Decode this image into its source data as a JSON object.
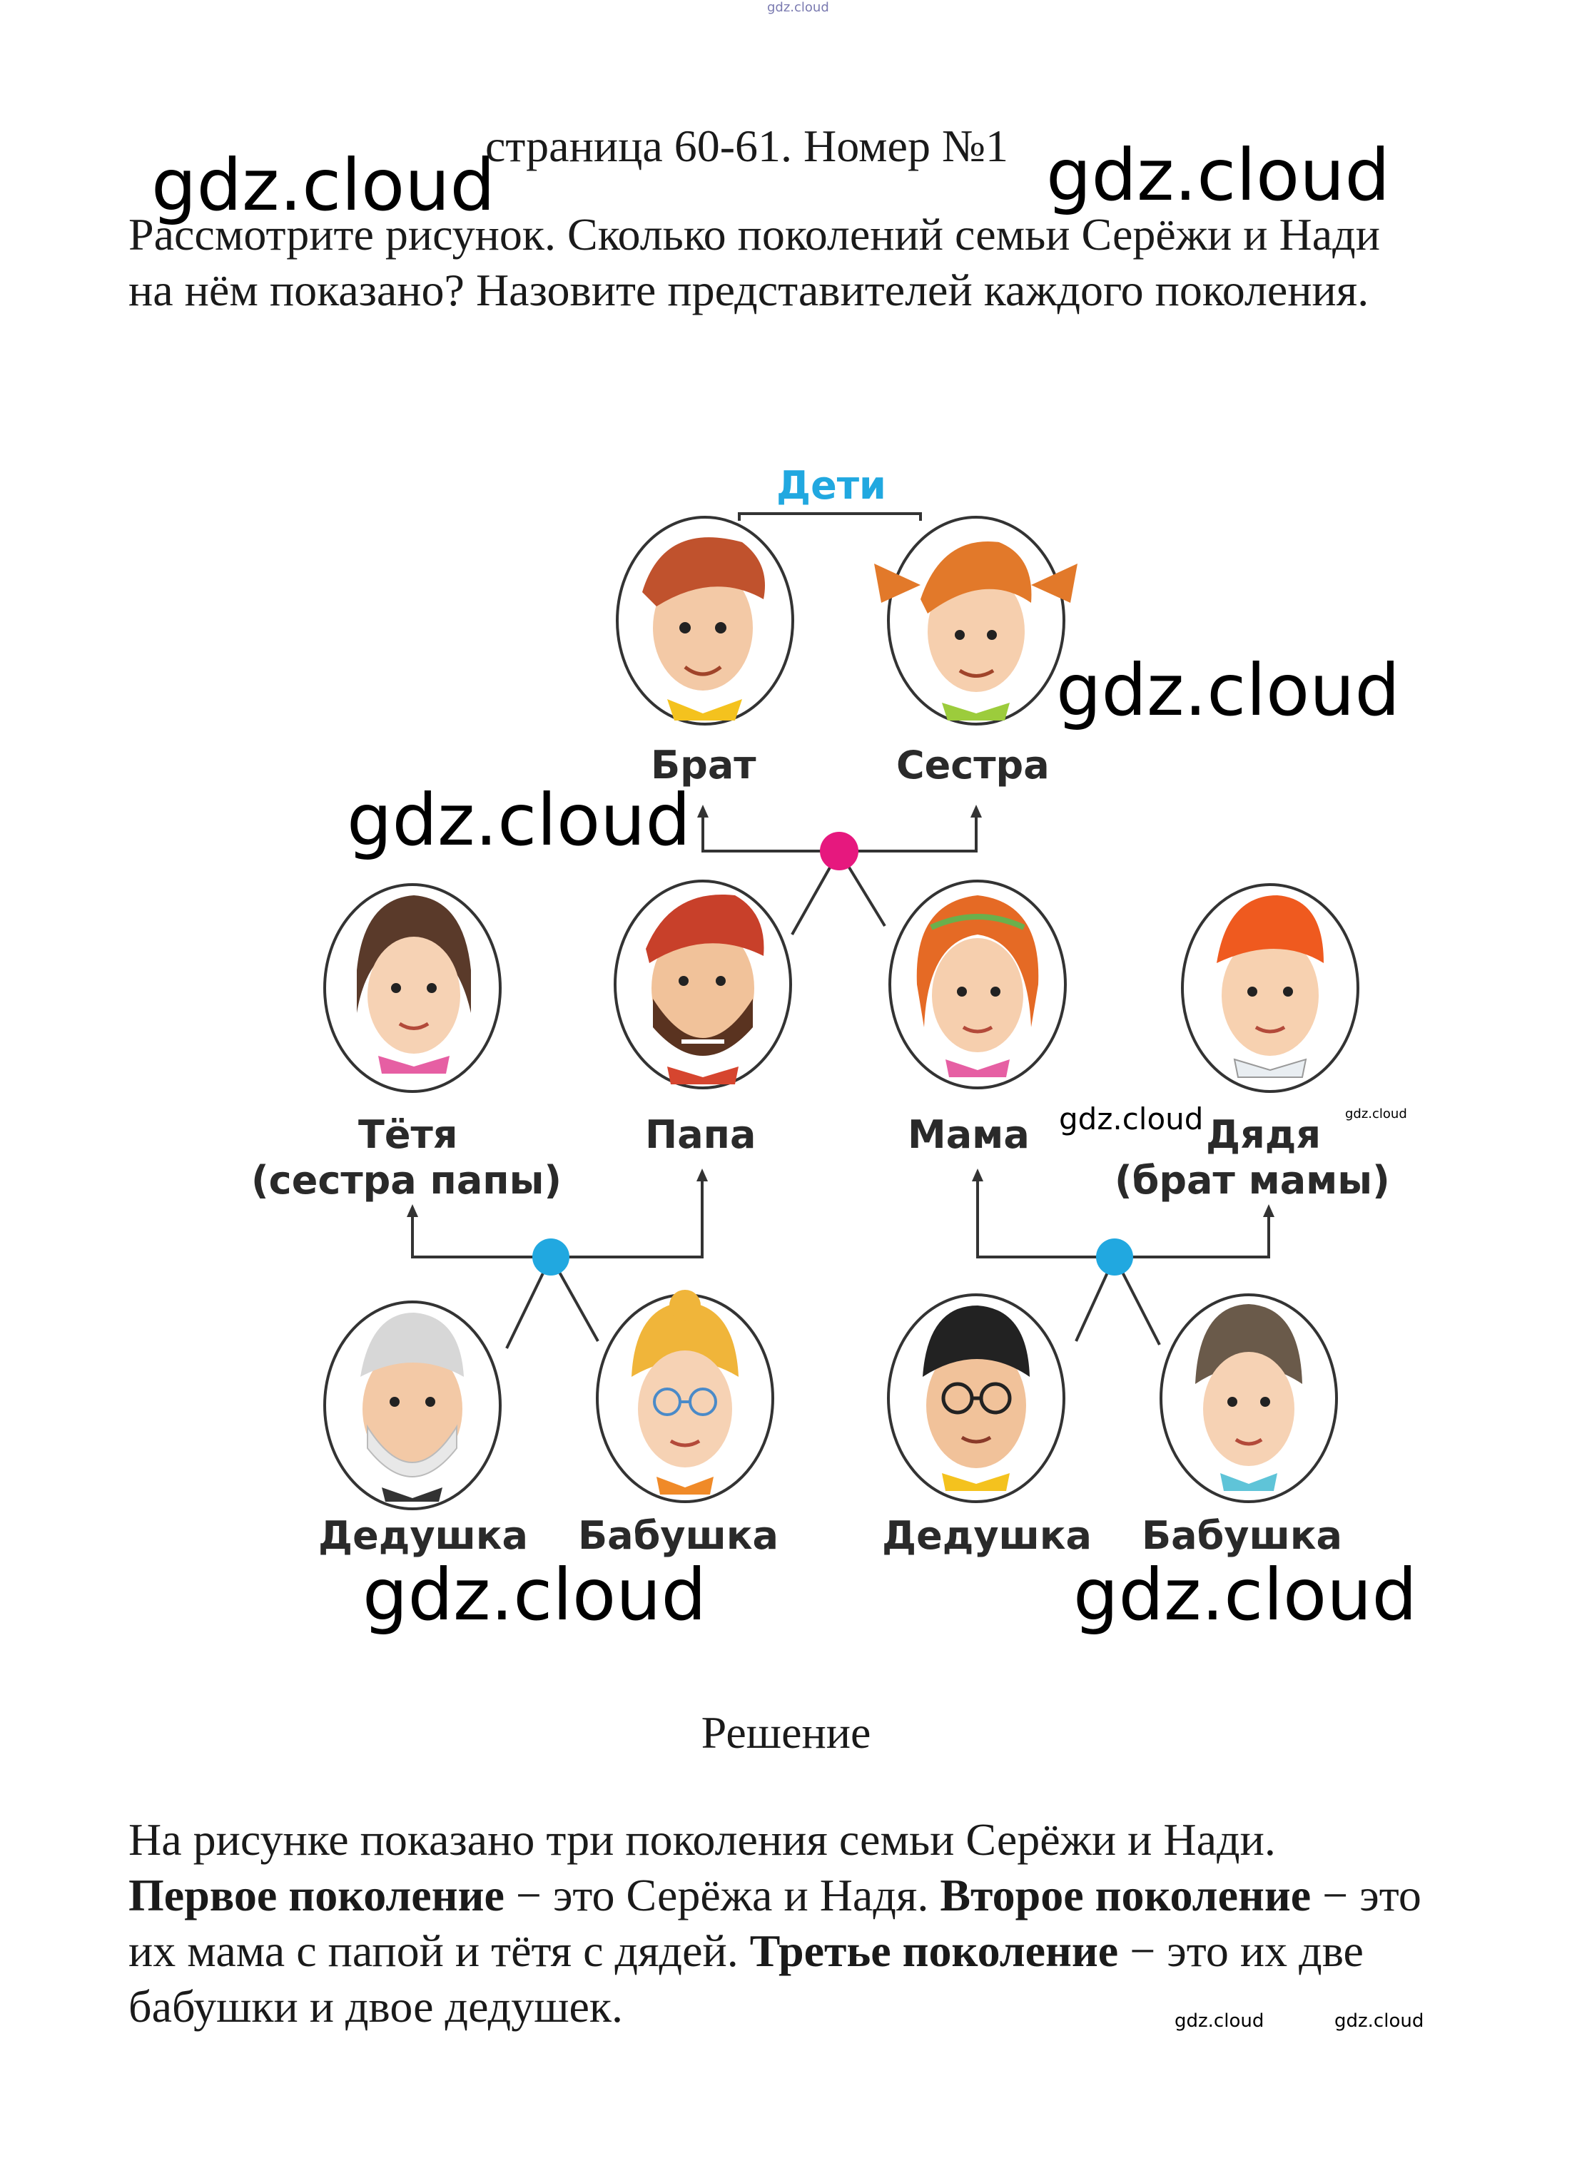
{
  "header": "страница 60-61. Номер №1",
  "question": "Рассмотрите рисунок. Сколько поколений семьи Серёжи и Нади на нём показано? Назовите представителей каждого поколения.",
  "watermark": "gdz.cloud",
  "colors": {
    "accent_children": "#21a8e0",
    "magenta_dot": "#e6187e",
    "blue_dot": "#21a8e0",
    "line": "#333333"
  },
  "tree": {
    "title": "Дети",
    "brother": "Брат",
    "sister": "Сестра",
    "aunt": "Тётя",
    "aunt_note": "(сестра  папы)",
    "dad": "Папа",
    "mom": "Мама",
    "uncle": "Дядя",
    "uncle_note": "(брат  мамы)",
    "grandpa": "Дедушка",
    "grandma": "Бабушка"
  },
  "solution_title": "Решение",
  "answer": {
    "part1": "На рисунке показано три поколения семьи Серёжи и Нади. ",
    "gen1_label": "Первое поколение",
    "part2": " − это Серёжа и Надя. ",
    "gen2_label": "Второе поколение",
    "part3": " − это их мама с папой и тётя с дядей. ",
    "gen3_label": "Третье поколение",
    "part4": " − это их две бабушки и двое дедушек."
  }
}
